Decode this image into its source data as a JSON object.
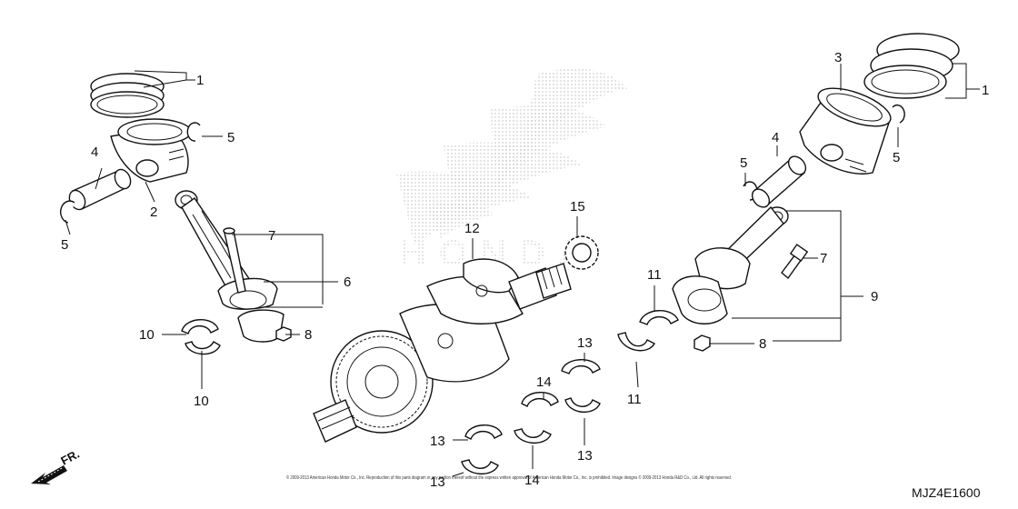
{
  "diagram": {
    "watermark_word": "HONDA",
    "fr_label": "FR.",
    "code": "MJZ4E1600",
    "copyright": "© 2009-2013 American Honda Motor Co., Inc. Reproduction of this parts diagram or any portion thereof without the express written approval of American Honda Motor Co., Inc. is prohibited. Image designs © 2009-2013 Honda R&D Co., Ltd. All rights reserved.",
    "labels": {
      "l1a": "1",
      "l1b": "1",
      "l2": "2",
      "l3": "3",
      "l4a": "4",
      "l4b": "4",
      "l5a": "5",
      "l5b": "5",
      "l5c": "5",
      "l5d": "5",
      "l6": "6",
      "l7a": "7",
      "l7b": "7",
      "l8a": "8",
      "l8b": "8",
      "l9": "9",
      "l10a": "10",
      "l10b": "10",
      "l11a": "11",
      "l11b": "11",
      "l12": "12",
      "l13a": "13",
      "l13b": "13",
      "l13c": "13",
      "l13d": "13",
      "l14a": "14",
      "l14b": "14",
      "l15": "15"
    }
  }
}
